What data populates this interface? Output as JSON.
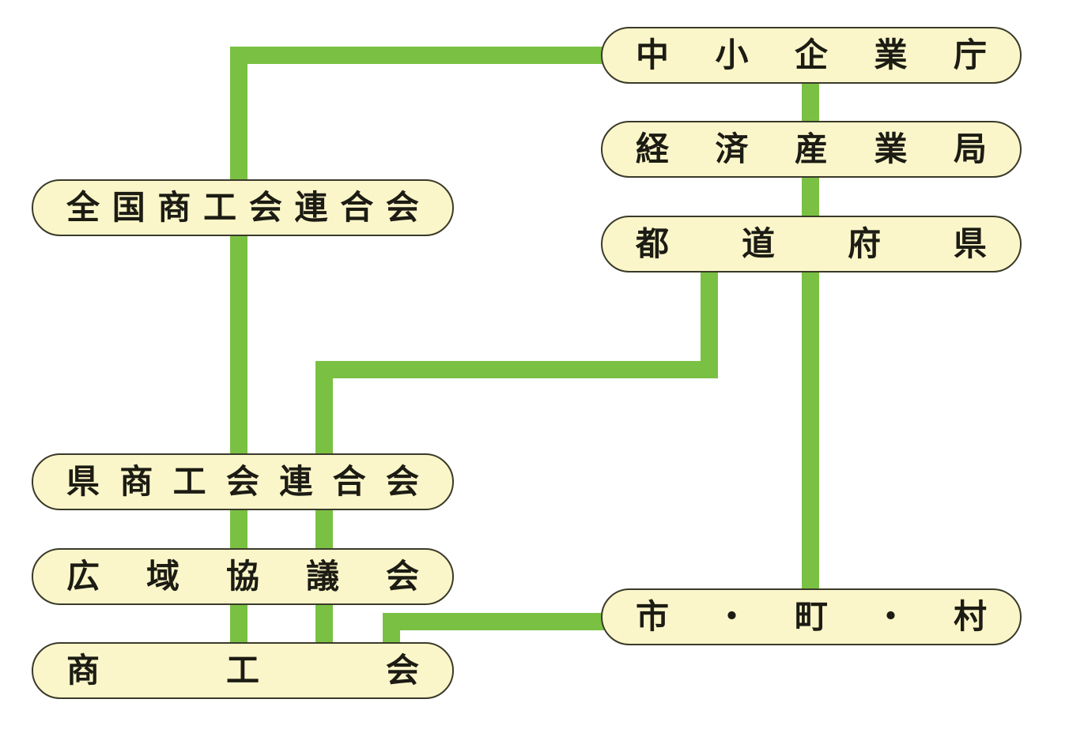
{
  "nodes": [
    {
      "id": "chusho-kigyocho",
      "text": "中小企業庁"
    },
    {
      "id": "keizai-sangyokyoku",
      "text": "経済産業局"
    },
    {
      "id": "todofuken",
      "text": "都道府県"
    },
    {
      "id": "shichoson",
      "text": "市・町・村"
    },
    {
      "id": "zenkoku-rengokai",
      "text": "全国商工会連合会"
    },
    {
      "id": "ken-rengokai",
      "text": "県商工会連合会"
    },
    {
      "id": "koiki-kyogikai",
      "text": "広域協議会"
    },
    {
      "id": "shokokai",
      "text": "商工会"
    }
  ],
  "colors": {
    "connector": "#7ac143",
    "node_fill": "#fbf6c9",
    "node_border": "#3a3a2a",
    "text": "#1c1c14"
  }
}
